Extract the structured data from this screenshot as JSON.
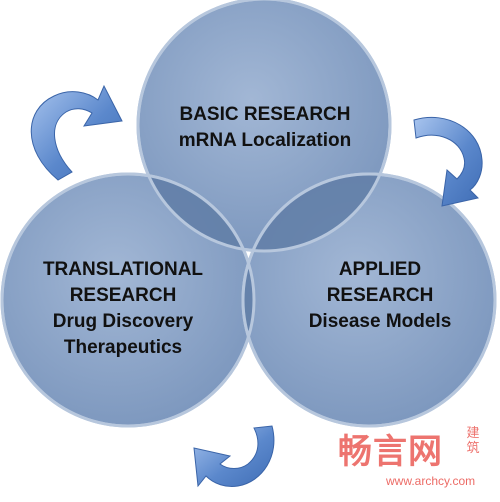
{
  "diagram": {
    "circles": [
      {
        "id": "basic",
        "lines": [
          "BASIC RESEARCH",
          "mRNA Localization"
        ]
      },
      {
        "id": "translational",
        "lines": [
          "TRANSLATIONAL",
          "RESEARCH",
          "Drug Discovery",
          "Therapeutics"
        ]
      },
      {
        "id": "applied",
        "lines": [
          "APPLIED",
          "RESEARCH",
          "Disease Models"
        ]
      }
    ],
    "arrows": [
      {
        "from": "translational",
        "to": "basic",
        "direction": "clockwise"
      },
      {
        "from": "basic",
        "to": "applied",
        "direction": "clockwise"
      },
      {
        "from": "applied",
        "to": "translational",
        "direction": "clockwise"
      }
    ],
    "colors": {
      "circle_fill": "#8ea6c8",
      "circle_fill_dark": "#6f8bb4",
      "circle_stroke": "#a9bcd6",
      "overlap_fill": "#4d6994",
      "arrow_fill": "#4a79c2",
      "arrow_highlight": "#a8c4ee"
    }
  },
  "watermark": {
    "cjk": "畅言网",
    "side_chars": [
      "建",
      "筑"
    ],
    "url": "www.archcy.com",
    "color": "#e8463f"
  }
}
